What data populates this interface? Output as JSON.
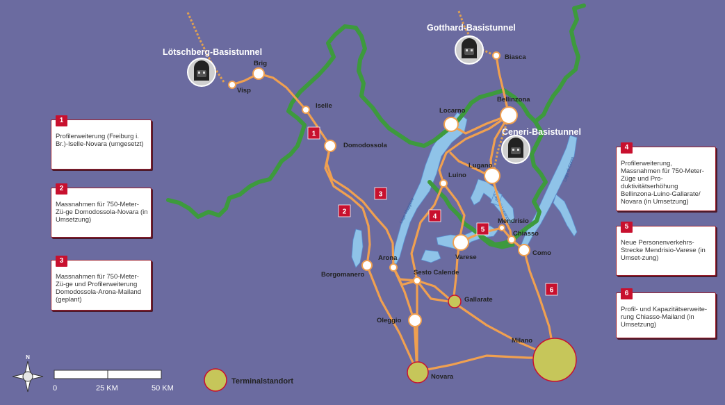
{
  "tunnels": {
    "loetschberg": "Lötschberg-Basistunnel",
    "gotthard": "Gotthard-Basistunnel",
    "ceneri": "Ceneri-Basistunnel"
  },
  "stations": {
    "brig": "Brig",
    "visp": "Visp",
    "iselle": "Iselle",
    "domodossola": "Domodossola",
    "biasca": "Biasca",
    "bellinzona": "Bellinzona",
    "locarno": "Locarno",
    "lugano": "Lugano",
    "luino": "Luino",
    "mendrisio": "Mendrisio",
    "chiasso": "Chiasso",
    "como": "Como",
    "varese": "Varese",
    "arona": "Arona",
    "sesto_calende": "Sesto Calende",
    "borgomanero": "Borgomanero",
    "gallarate": "Gallarate",
    "oleggio": "Oleggio",
    "novara": "Novara",
    "milano": "Milano"
  },
  "lakes": {
    "maggiore": "Lago Maggiore",
    "lugano": "Lago di Lugano",
    "como": "Lago di Como"
  },
  "map_badges": [
    "1",
    "2",
    "3",
    "4",
    "5",
    "6"
  ],
  "measures": [
    {
      "num": "1",
      "text": "Profilerweiterung (Freiburg i. Br.)-Iselle-Novara (umgesetzt)"
    },
    {
      "num": "2",
      "text": "Massnahmen für 750-Meter-Zü-ge Domodossola-Novara (in Umsetzung)"
    },
    {
      "num": "3",
      "text": "Massnahmen für 750-Meter-Zü-ge und Profilerweiterung Domodossola-Arona-Mailand (geplant)"
    },
    {
      "num": "4",
      "text": "Profilerweiterung, Massnahmen für 750-Meter-Züge und Pro-duktivitätserhöhung Bellinzona-Luino-Gallarate/ Novara (in Umsetzung)"
    },
    {
      "num": "5",
      "text": "Neue Personenverkehrs-Strecke Mendrisio-Varese (in Umset-zung)"
    },
    {
      "num": "6",
      "text": "Profil- und Kapazitätserweite-rung Chiasso-Mailand (in Umsetzung)"
    }
  ],
  "legend": {
    "terminal": "Terminalstandort"
  },
  "scale": {
    "labels": [
      "0",
      "25 KM",
      "50 KM"
    ]
  },
  "compass": {
    "north": "N"
  },
  "colors": {
    "background": "#6b6ba0",
    "rail": "#f0a050",
    "border": "#3d9a3d",
    "lake": "#8fc3e8",
    "badge": "#c8102e",
    "terminal": "#c6c65a"
  }
}
